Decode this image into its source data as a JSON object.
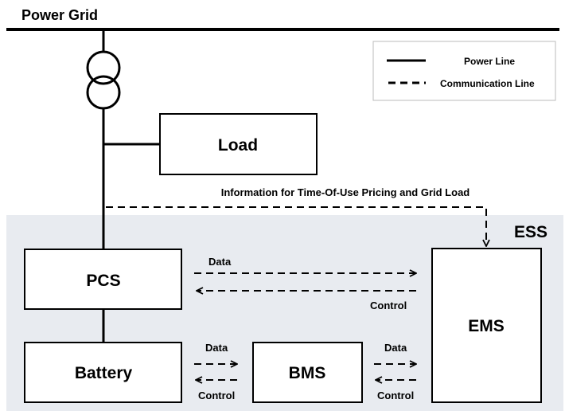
{
  "diagram": {
    "title": "Power Grid",
    "ess_label": "ESS",
    "nodes": {
      "load": "Load",
      "pcs": "PCS",
      "battery": "Battery",
      "bms": "BMS",
      "ems": "EMS"
    },
    "info_label": "Information for Time-Of-Use Pricing and Grid Load",
    "links": {
      "pcs_ems_data": "Data",
      "pcs_ems_control": "Control",
      "battery_bms_data": "Data",
      "battery_bms_control": "Control",
      "bms_ems_data": "Data",
      "bms_ems_control": "Control"
    },
    "legend": {
      "power_line": "Power Line",
      "communication_line": "Communication Line"
    },
    "colors": {
      "ess_background": "#e8ebf0",
      "line": "#000000",
      "box_fill": "#ffffff"
    }
  }
}
